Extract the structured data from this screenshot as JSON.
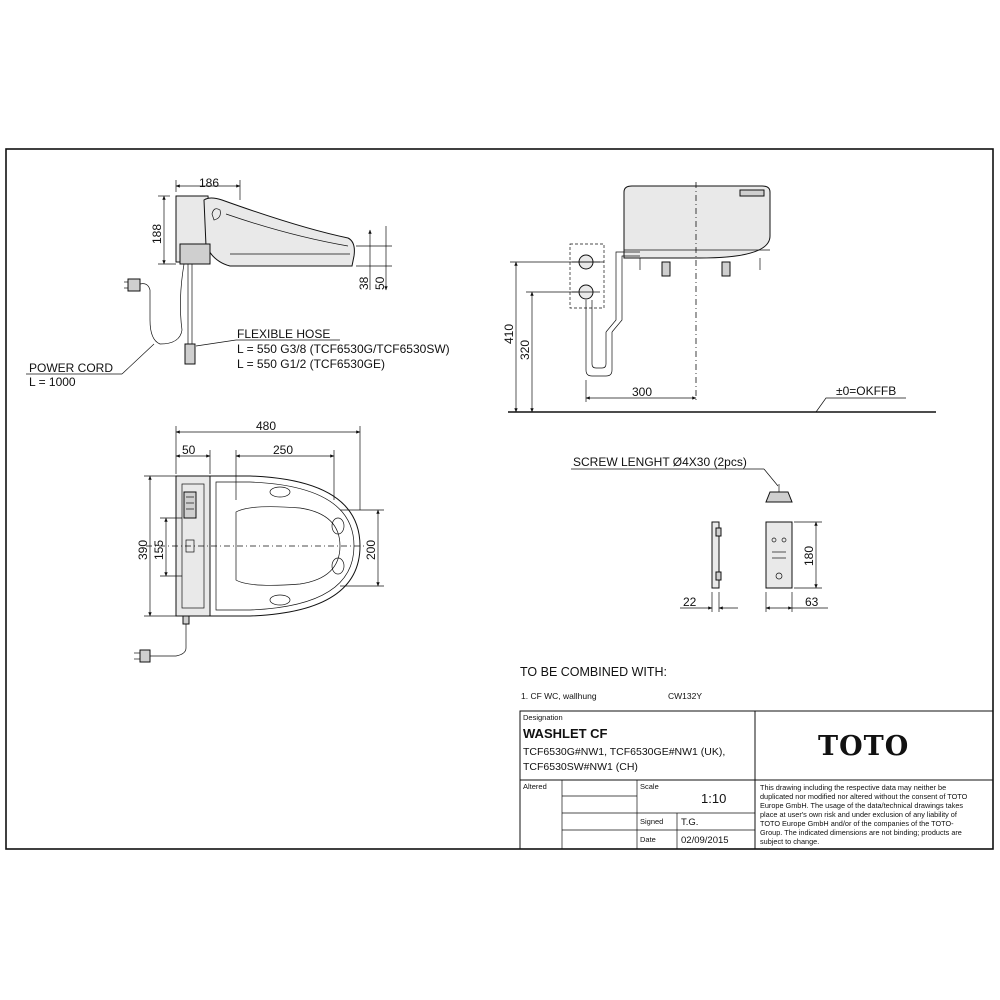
{
  "side_view": {
    "dim_width": "186",
    "dim_height": "188",
    "dim_seat": "38",
    "dim_body": "50"
  },
  "labels": {
    "flexible_hose": "FLEXIBLE HOSE",
    "hose_line1": "L = 550 G3/8 (TCF6530G/TCF6530SW)",
    "hose_line2": "L = 550 G1/2 (TCF6530GE)",
    "power_cord": "POWER CORD",
    "power_cord_len": "L = 1000"
  },
  "front_view": {
    "dim_410": "410",
    "dim_320": "320",
    "dim_300": "300",
    "floor_ref": "±0=OKFFB"
  },
  "top_view": {
    "dim_480": "480",
    "dim_50": "50",
    "dim_250": "250",
    "dim_390": "390",
    "dim_155": "155",
    "dim_200": "200"
  },
  "screw": {
    "label": "SCREW LENGHT Ø4X30 (2pcs)",
    "dim_180": "180",
    "dim_22": "22",
    "dim_63": "63"
  },
  "combined": {
    "heading": "TO BE COMBINED WITH:",
    "item_text": "1.  CF WC, wallhung",
    "item_code": "CW132Y"
  },
  "title_block": {
    "designation_label": "Designation",
    "product": "WASHLET CF",
    "models_line1": "TCF6530G#NW1, TCF6530GE#NW1 (UK),",
    "models_line2": "TCF6530SW#NW1 (CH)",
    "brand": "TOTO",
    "altered_label": "Altered",
    "scale_label": "Scale",
    "scale_value": "1:10",
    "signed_label": "Signed",
    "signed_value": "T.G.",
    "date_label": "Date",
    "date_value": "02/09/2015",
    "disclaimer": [
      "This drawing including the respective data may neither be",
      "duplicated nor modified nor altered without the consent of TOTO",
      "Europe GmbH. The usage of the data/technical drawings takes",
      "place at user's own risk and under exclusion of any liability of",
      "TOTO Europe GmbH and/or of the companies of the TOTO-",
      "Group. The indicated dimensions are not binding; products are",
      "subject to change."
    ]
  }
}
